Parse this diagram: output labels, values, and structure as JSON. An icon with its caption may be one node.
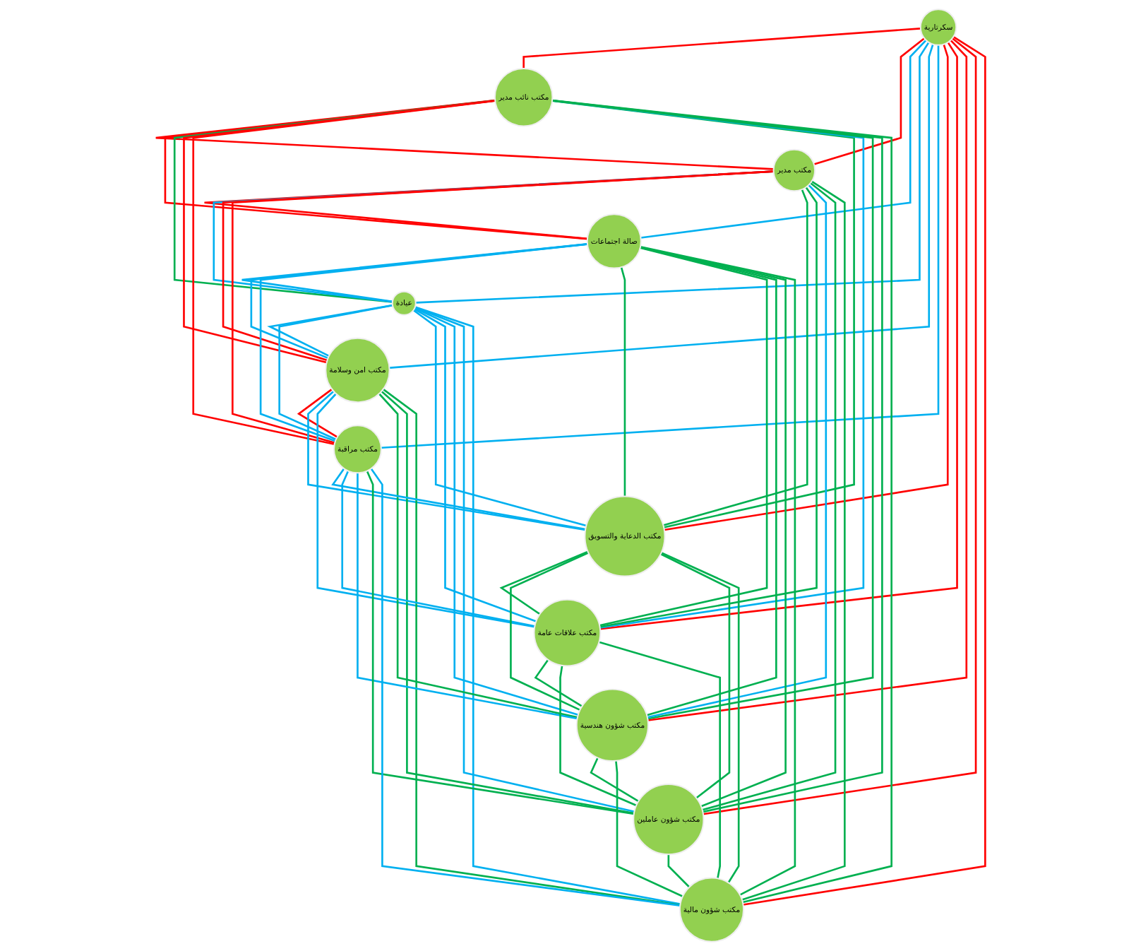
{
  "diagram": {
    "nodes": [
      {
        "text": [
          "سكرتارية"
        ]
      },
      {
        "text": [
          "مكتب نائب مدير"
        ]
      },
      {
        "text": [
          "مكتب مدير"
        ]
      },
      {
        "text": [
          "صالة اجتماعات"
        ]
      },
      {
        "text": [
          "عيادة"
        ]
      },
      {
        "text": [
          "مكتب امن وسلامة"
        ]
      },
      {
        "text": [
          "مكتب مراقبة"
        ]
      },
      {
        "text": [
          "مكتب الدعاية والتسويق"
        ]
      },
      {
        "text": [
          "مكتب علاقات عامة"
        ]
      },
      {
        "text": [
          "مكتب شؤون هندسية"
        ]
      },
      {
        "text": [
          "مكتب شؤون عاملين"
        ]
      },
      {
        "text": [
          "مكتب شؤون مالية"
        ]
      }
    ],
    "edges": [
      {
        "from": 0,
        "to": 1,
        "arrow": "none",
        "color": "#ff0000"
      },
      {
        "from": 0,
        "to": 2,
        "arrow": "none",
        "color": "#ff0000"
      },
      {
        "from": 0,
        "to": 3,
        "arrow": "none",
        "color": "#00b0f0"
      },
      {
        "from": 0,
        "to": 4,
        "arrow": "none",
        "color": "#00b0f0"
      },
      {
        "from": 0,
        "to": 5,
        "arrow": "none",
        "color": "#00b0f0"
      },
      {
        "from": 0,
        "to": 6,
        "arrow": "none",
        "color": "#00b0f0"
      },
      {
        "from": 0,
        "to": 7,
        "arrow": "none",
        "color": "#ff0000"
      },
      {
        "from": 0,
        "to": 8,
        "arrow": "none",
        "color": "#ff0000"
      },
      {
        "from": 0,
        "to": 9,
        "arrow": "none",
        "color": "#ff0000"
      },
      {
        "from": 0,
        "to": 10,
        "arrow": "none",
        "color": "#ff0000"
      },
      {
        "from": 0,
        "to": 11,
        "arrow": "none",
        "color": "#ff0000"
      },
      {
        "from": 1,
        "to": 2,
        "arrow": "none",
        "color": "#ff0000"
      },
      {
        "from": 1,
        "to": 3,
        "arrow": "none",
        "color": "#ff0000"
      },
      {
        "from": 1,
        "to": 4,
        "arrow": "none"
      },
      {
        "from": 1,
        "to": 5,
        "arrow": "none",
        "color": "#ff0000"
      },
      {
        "from": 1,
        "to": 6,
        "arrow": "none",
        "color": "#ff0000"
      },
      {
        "from": 1,
        "to": 7,
        "arrow": "none"
      },
      {
        "from": 1,
        "to": 8,
        "arrow": "none",
        "color": "#00b0f0"
      },
      {
        "from": 1,
        "to": 9,
        "arrow": "none"
      },
      {
        "from": 1,
        "to": 10,
        "arrow": "none"
      },
      {
        "from": 1,
        "to": 11,
        "arrow": "none"
      },
      {
        "from": 2,
        "to": 3,
        "arrow": "none",
        "color": "#ff0000"
      },
      {
        "from": 2,
        "to": 4,
        "arrow": "none",
        "color": "#00b0f0"
      },
      {
        "from": 2,
        "to": 5,
        "arrow": "none",
        "color": "#ff0000"
      },
      {
        "from": 2,
        "to": 6,
        "arrow": "none",
        "color": "#ff0000"
      },
      {
        "from": 2,
        "to": 7,
        "arrow": "none"
      },
      {
        "from": 2,
        "to": 8,
        "arrow": "none"
      },
      {
        "from": 2,
        "to": 9,
        "arrow": "none",
        "color": "#00b0f0"
      },
      {
        "from": 2,
        "to": 10,
        "arrow": "none"
      },
      {
        "from": 2,
        "to": 11,
        "arrow": "none"
      },
      {
        "from": 3,
        "to": 4,
        "arrow": "none",
        "color": "#00b0f0"
      },
      {
        "from": 3,
        "to": 5,
        "arrow": "none",
        "color": "#00b0f0"
      },
      {
        "from": 3,
        "to": 6,
        "arrow": "none",
        "color": "#00b0f0"
      },
      {
        "from": 3,
        "to": 7,
        "arrow": "none"
      },
      {
        "from": 3,
        "to": 8,
        "arrow": "none"
      },
      {
        "from": 3,
        "to": 9,
        "arrow": "none"
      },
      {
        "from": 3,
        "to": 10,
        "arrow": "none"
      },
      {
        "from": 3,
        "to": 11,
        "arrow": "none"
      },
      {
        "from": 4,
        "to": 5,
        "arrow": "none",
        "color": "#00b0f0"
      },
      {
        "from": 4,
        "to": 6,
        "arrow": "none",
        "color": "#00b0f0"
      },
      {
        "from": 4,
        "to": 7,
        "arrow": "none",
        "color": "#00b0f0"
      },
      {
        "from": 4,
        "to": 8,
        "arrow": "none",
        "color": "#00b0f0"
      },
      {
        "from": 4,
        "to": 9,
        "arrow": "none",
        "color": "#00b0f0"
      },
      {
        "from": 4,
        "to": 10,
        "arrow": "none",
        "color": "#00b0f0"
      },
      {
        "from": 4,
        "to": 11,
        "arrow": "none",
        "color": "#00b0f0"
      },
      {
        "from": 5,
        "to": 6,
        "arrow": "none",
        "color": "#ff0000"
      },
      {
        "from": 5,
        "to": 7,
        "arrow": "none",
        "color": "#00b0f0"
      },
      {
        "from": 5,
        "to": 8,
        "arrow": "none",
        "color": "#00b0f0"
      },
      {
        "from": 5,
        "to": 9,
        "arrow": "none"
      },
      {
        "from": 5,
        "to": 10,
        "arrow": "none"
      },
      {
        "from": 5,
        "to": 11,
        "arrow": "none"
      },
      {
        "from": 6,
        "to": 7,
        "arrow": "none",
        "color": "#00b0f0"
      },
      {
        "from": 6,
        "to": 8,
        "arrow": "none",
        "color": "#00b0f0"
      },
      {
        "from": 6,
        "to": 9,
        "arrow": "none",
        "color": "#00b0f0"
      },
      {
        "from": 6,
        "to": 10,
        "arrow": "none"
      },
      {
        "from": 6,
        "to": 11,
        "arrow": "none",
        "color": "#00b0f0"
      },
      {
        "from": 7,
        "to": 8,
        "arrow": "none"
      },
      {
        "from": 7,
        "to": 9,
        "arrow": "none"
      },
      {
        "from": 7,
        "to": 10,
        "arrow": "none"
      },
      {
        "from": 7,
        "to": 11,
        "arrow": "none"
      },
      {
        "from": 8,
        "to": 9,
        "arrow": "none"
      },
      {
        "from": 8,
        "to": 10,
        "arrow": "none"
      },
      {
        "from": 8,
        "to": 11,
        "arrow": "none"
      },
      {
        "from": 9,
        "to": 10,
        "arrow": "none"
      },
      {
        "from": 9,
        "to": 11,
        "arrow": "none"
      },
      {
        "from": 10,
        "to": 11,
        "arrow": "none"
      }
    ]
  }
}
